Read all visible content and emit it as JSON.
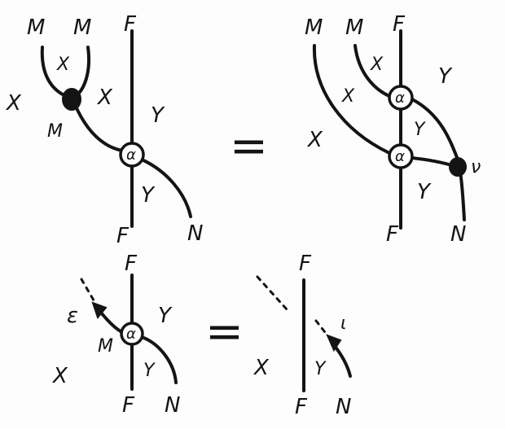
{
  "colors": {
    "ink": "#141414",
    "paper": "#fdfdfd"
  },
  "diagram1_left": {
    "top_left": "M",
    "top_mid": "M",
    "top_right": "F",
    "region_top": "X",
    "region_left": "X",
    "region_mid": "X",
    "region_right": "Y",
    "node_mu": "M",
    "node_alpha": "α",
    "region_bottom": "Y",
    "bottom_left": "F",
    "bottom_right": "N"
  },
  "equals_top": "=",
  "diagram1_right": {
    "top_left": "M",
    "top_mid": "M",
    "top_right": "F",
    "region_top": "X",
    "region_topright": "Y",
    "region_mid": "X",
    "region_midright": "Y",
    "region_left": "X",
    "node_alpha_top": "α",
    "node_alpha_bottom": "α",
    "node_nu": "ν",
    "region_bottom": "Y",
    "bottom_left": "F",
    "bottom_right": "N"
  },
  "diagram2_left": {
    "top": "F",
    "node_epsilon": "ε",
    "node_mu": "M",
    "node_alpha": "α",
    "region_right": "Y",
    "region_left": "X",
    "region_bottom": "Y",
    "bottom_left": "F",
    "bottom_right": "N"
  },
  "equals_bottom": "=",
  "diagram2_right": {
    "top": "F",
    "node_iota": "ι",
    "region_left": "X",
    "region_bottom": "Y",
    "bottom_left": "F",
    "bottom_right": "N"
  }
}
